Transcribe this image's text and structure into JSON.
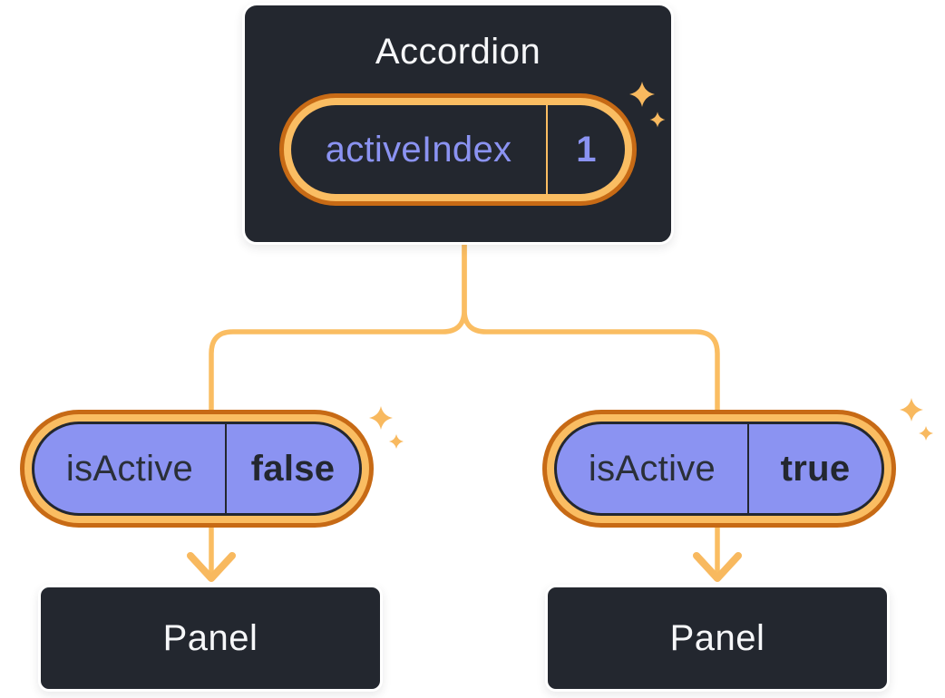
{
  "accordion": {
    "title": "Accordion",
    "state": {
      "label": "activeIndex",
      "value": "1"
    }
  },
  "branches": {
    "left": {
      "prop": {
        "label": "isActive",
        "value": "false"
      },
      "panel": {
        "title": "Panel"
      }
    },
    "right": {
      "prop": {
        "label": "isActive",
        "value": "true"
      },
      "panel": {
        "title": "Panel"
      }
    }
  },
  "icons": {
    "sparkles": "sparkles-icon (four-point stars)",
    "arrows": "arrow-down-icon (chevron)"
  },
  "colors": {
    "box_fill": "#23272F",
    "box_border": "#FFFFFF",
    "text_light": "#F6F7F9",
    "purple": "#8B93F2",
    "text_dark": "#23272F",
    "amber_line": "#FABD62",
    "amber_sparkle": "#F8B95F",
    "orange_ring_dark": "#C76A15",
    "background": "#FFFFFF"
  }
}
